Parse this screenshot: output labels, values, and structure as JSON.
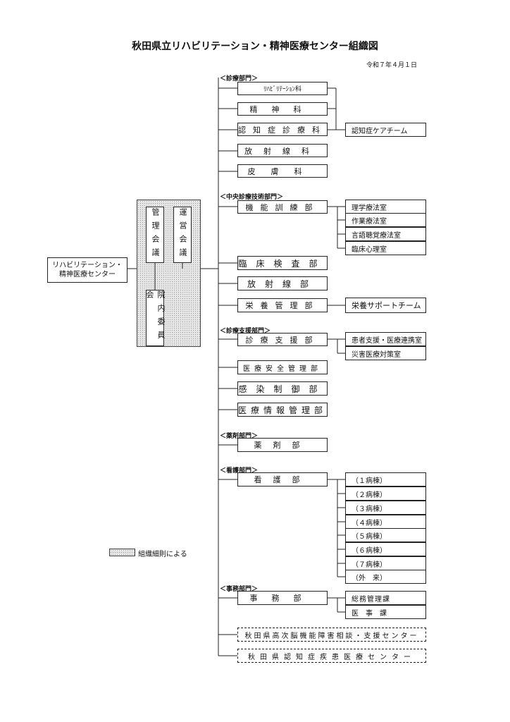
{
  "title": "秋田県立リハビリテーション・精神医療センター組織図",
  "date": "令和７年４月１日",
  "center_name_1": "リハビリテーション・",
  "center_name_2": "精神医療センター",
  "committees": {
    "kanri": "管理会議",
    "unei": "運営会議",
    "innai": "院内委員会"
  },
  "legend_text": "組織細則による",
  "sections": {
    "shinryo": "＜診療部門＞",
    "chuo": "＜中央診療技術部門＞",
    "shien": "＜診療支援部門＞",
    "yakuzai": "＜薬剤部門＞",
    "kango": "＜看護部門＞",
    "jimu": "＜事務部門＞"
  },
  "depts": {
    "reha": "ﾘﾊﾋﾞﾘﾃｰｼｮﾝ科",
    "seishin": "精神科",
    "ninchi": "認知症診療科",
    "hoshasen_ka": "放射線科",
    "hifu": "皮膚科",
    "kino": "機能訓練部",
    "rinsho": "臨床検査部",
    "hoshasen_bu": "放射線部",
    "eiyo": "栄養管理部",
    "shinryo_shien": "診療支援部",
    "iryo_anzen": "医療安全管理部",
    "kansen": "感染制御部",
    "iryo_joho": "医療情報管理部",
    "yakuzai_bu": "薬剤部",
    "kango_bu": "看護部",
    "jimu_bu": "事務部",
    "koji_noki": "秋田県高次脳機能障害相談・支援センター",
    "ninchi_center": "秋田県認知症疾患医療センター"
  },
  "sub": {
    "ninchi_care": "認知症ケアチーム",
    "rigaku": "理学療法室",
    "sagyo": "作業療法室",
    "gengo": "言語聴覚療法室",
    "shinri": "臨床心理室",
    "eiyo_support": "栄養サポートチーム",
    "kanja_shien": "患者支援・医療連携室",
    "saigai": "災害医療対策室",
    "wards": [
      "（１病棟）",
      "（２病棟）",
      "（３病棟）",
      "（４病棟）",
      "（５病棟）",
      "（６病棟）",
      "（７病棟）",
      "（外　来）"
    ],
    "somu": "総務管理課",
    "iji": "医事課"
  }
}
